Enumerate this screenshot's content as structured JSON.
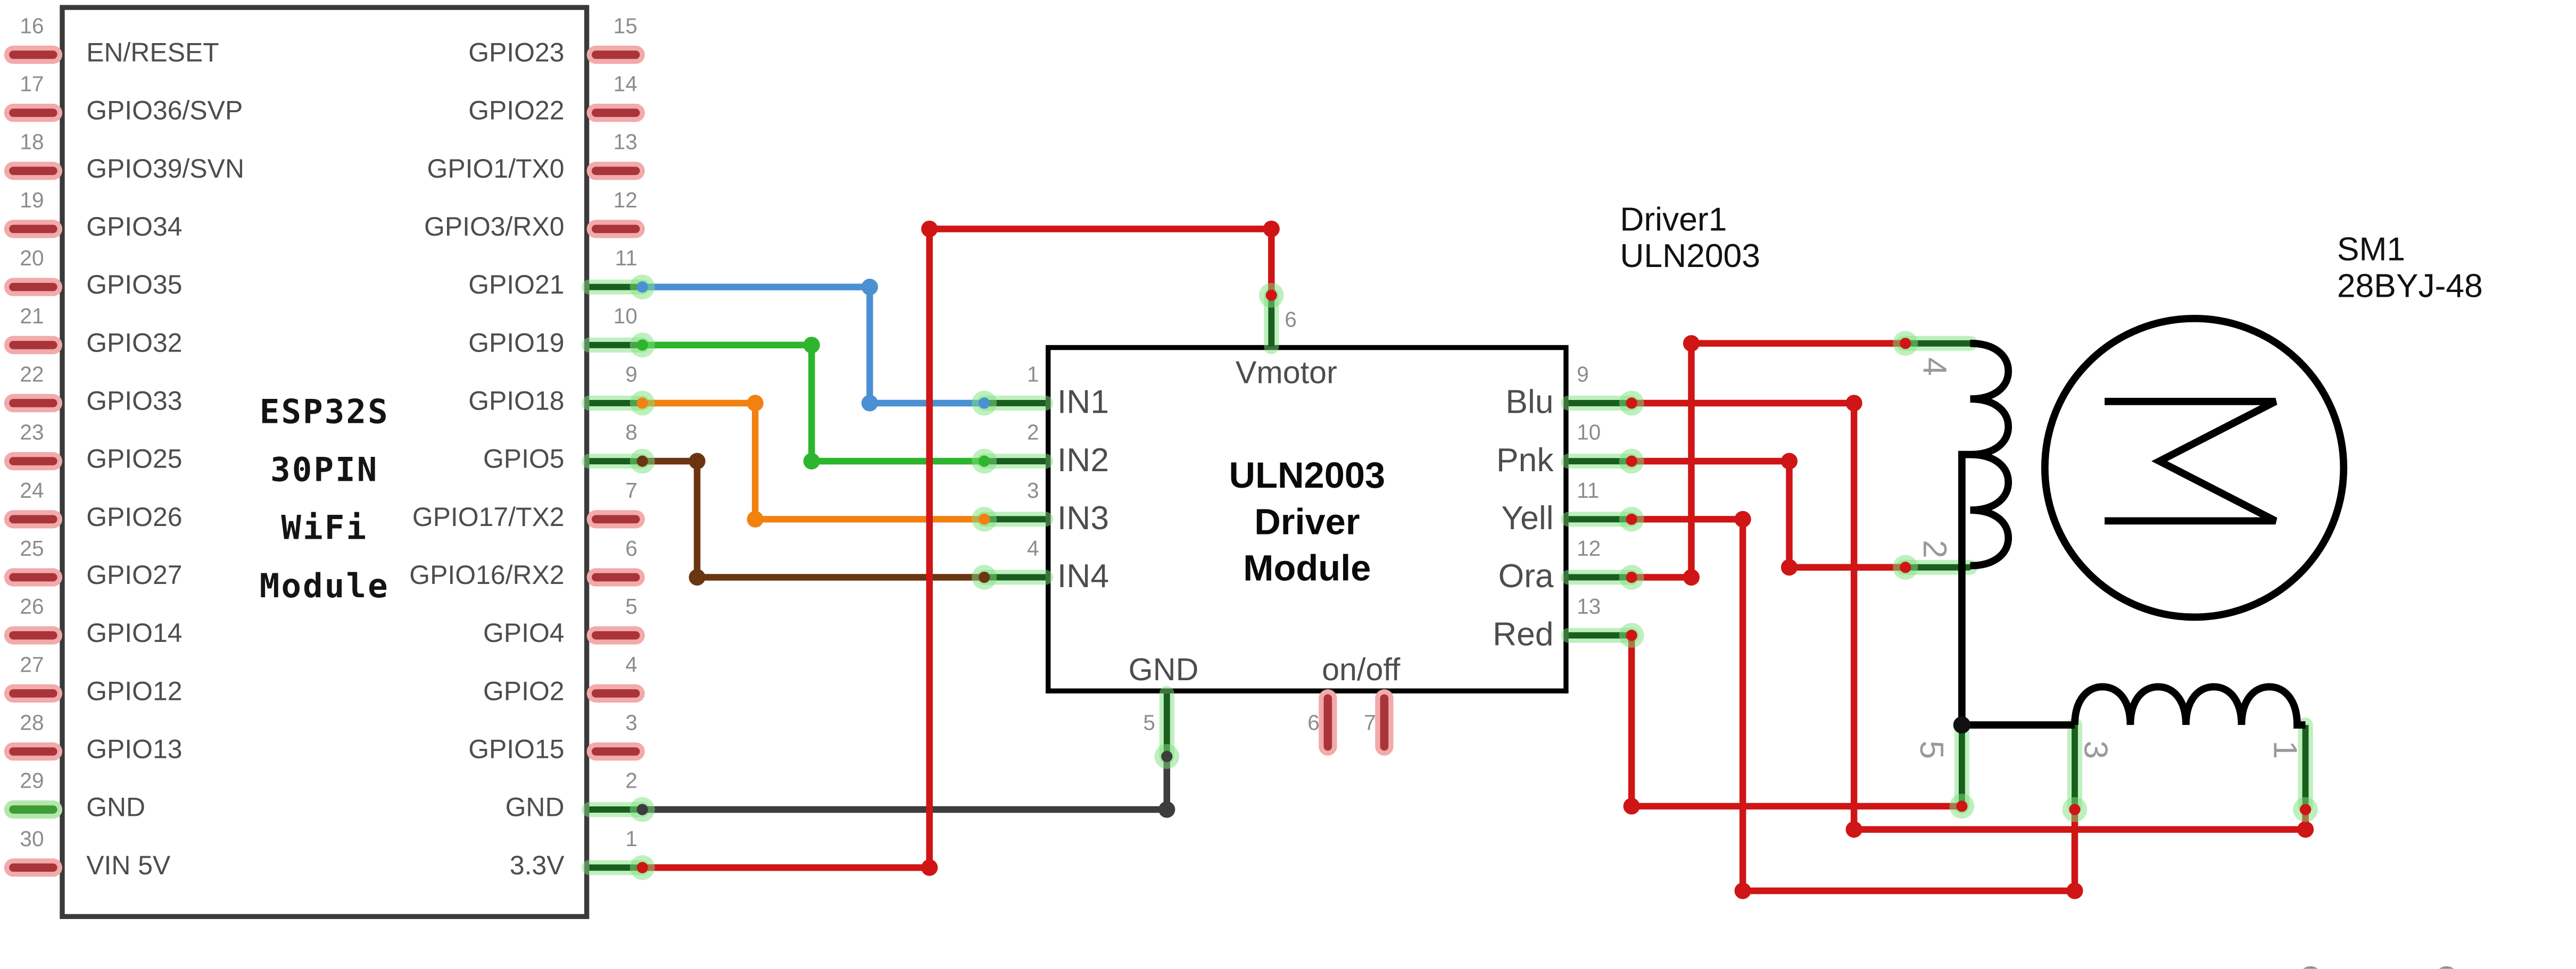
{
  "colors": {
    "wire_blue": "#4a90d2",
    "wire_green": "#2db52d",
    "wire_orange": "#f28111",
    "wire_brown": "#6b3512",
    "wire_red": "#cf1515",
    "wire_gray": "#3d3d3d",
    "pin_red_core": "#a93439",
    "pin_red_glow": "#f2aaaa",
    "pin_green_core": "#3f9c35",
    "pin_green_glow": "#b5e6ae",
    "stub_core": "#1a5e1f",
    "stub_glow": "rgba(126,226,126,0.5)",
    "number_gray": "#8c8c8c",
    "label_gray": "#4d4d4d",
    "title_black": "#111111",
    "logo_gray": "#8f8f8f"
  },
  "esp32": {
    "title_lines": [
      "ESP32S",
      "30PIN",
      "WiFi",
      "Module"
    ],
    "left_pins": [
      {
        "num": "16",
        "label": "EN/RESET",
        "type": "red"
      },
      {
        "num": "17",
        "label": "GPIO36/SVP",
        "type": "red"
      },
      {
        "num": "18",
        "label": "GPIO39/SVN",
        "type": "red"
      },
      {
        "num": "19",
        "label": "GPIO34",
        "type": "red"
      },
      {
        "num": "20",
        "label": "GPIO35",
        "type": "red"
      },
      {
        "num": "21",
        "label": "GPIO32",
        "type": "red"
      },
      {
        "num": "22",
        "label": "GPIO33",
        "type": "red"
      },
      {
        "num": "23",
        "label": "GPIO25",
        "type": "red"
      },
      {
        "num": "24",
        "label": "GPIO26",
        "type": "red"
      },
      {
        "num": "25",
        "label": "GPIO27",
        "type": "red"
      },
      {
        "num": "26",
        "label": "GPIO14",
        "type": "red"
      },
      {
        "num": "27",
        "label": "GPIO12",
        "type": "red"
      },
      {
        "num": "28",
        "label": "GPIO13",
        "type": "red"
      },
      {
        "num": "29",
        "label": "GND",
        "type": "green"
      },
      {
        "num": "30",
        "label": "VIN 5V",
        "type": "red"
      }
    ],
    "right_pins": [
      {
        "num": "15",
        "label": "GPIO23",
        "type": "red"
      },
      {
        "num": "14",
        "label": "GPIO22",
        "type": "red"
      },
      {
        "num": "13",
        "label": "GPIO1/TX0",
        "type": "red"
      },
      {
        "num": "12",
        "label": "GPIO3/RX0",
        "type": "red"
      },
      {
        "num": "11",
        "label": "GPIO21",
        "type": "wired"
      },
      {
        "num": "10",
        "label": "GPIO19",
        "type": "wired"
      },
      {
        "num": "9",
        "label": "GPIO18",
        "type": "wired"
      },
      {
        "num": "8",
        "label": "GPIO5",
        "type": "wired"
      },
      {
        "num": "7",
        "label": "GPIO17/TX2",
        "type": "red"
      },
      {
        "num": "6",
        "label": "GPIO16/RX2",
        "type": "red"
      },
      {
        "num": "5",
        "label": "GPIO4",
        "type": "red"
      },
      {
        "num": "4",
        "label": "GPIO2",
        "type": "red"
      },
      {
        "num": "3",
        "label": "GPIO15",
        "type": "red"
      },
      {
        "num": "2",
        "label": "GND",
        "type": "wired"
      },
      {
        "num": "1",
        "label": "3.3V",
        "type": "wired"
      }
    ]
  },
  "uln": {
    "ref": "Driver1",
    "part": "ULN2003",
    "title_lines": [
      "ULN2003",
      "Driver",
      "Module"
    ],
    "top_pin": {
      "num": "6",
      "label": "Vmotor"
    },
    "left_pins": [
      {
        "num": "1",
        "label": "IN1"
      },
      {
        "num": "2",
        "label": "IN2"
      },
      {
        "num": "3",
        "label": "IN3"
      },
      {
        "num": "4",
        "label": "IN4"
      }
    ],
    "right_pins": [
      {
        "num": "9",
        "label": "Blu"
      },
      {
        "num": "10",
        "label": "Pnk"
      },
      {
        "num": "11",
        "label": "Yell"
      },
      {
        "num": "12",
        "label": "Ora"
      },
      {
        "num": "13",
        "label": "Red"
      }
    ],
    "gnd_pin": {
      "num": "5",
      "label": "GND"
    },
    "onoff_label": "on/off",
    "onoff_pins": [
      {
        "num": "6"
      },
      {
        "num": "7"
      }
    ]
  },
  "motor": {
    "ref": "SM1",
    "part": "28BYJ-48",
    "pin_numbers": [
      "4",
      "2",
      "5",
      "3",
      "1"
    ]
  }
}
